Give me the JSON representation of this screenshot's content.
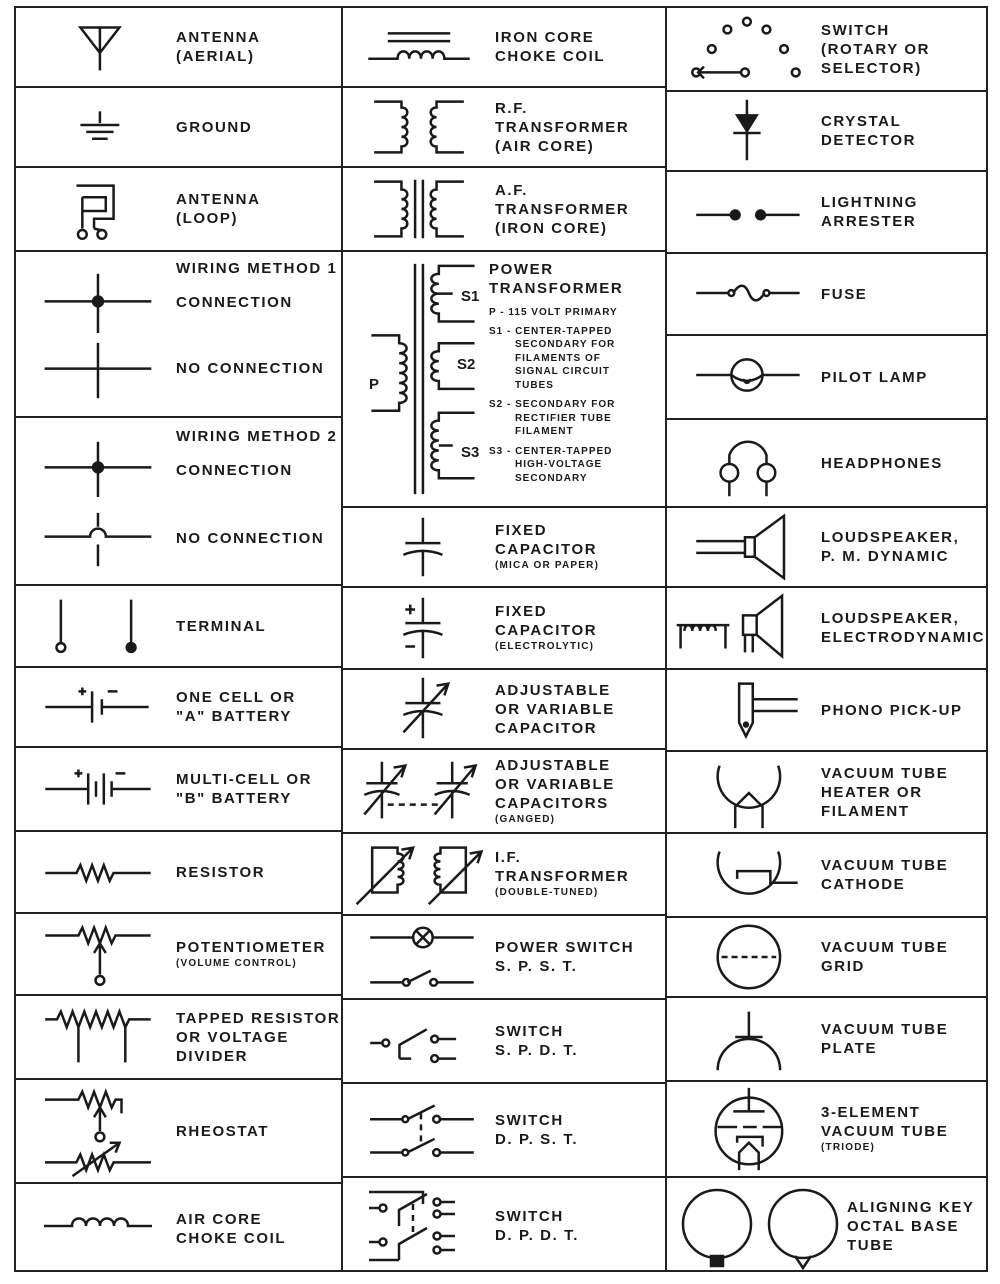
{
  "col1": [
    {
      "id": "antenna-aerial",
      "h": 80,
      "lines": [
        "ANTENNA",
        "(AERIAL)"
      ]
    },
    {
      "id": "ground",
      "h": 80,
      "lines": [
        "GROUND"
      ]
    },
    {
      "id": "antenna-loop",
      "h": 84,
      "lines": [
        "ANTENNA",
        "(LOOP)"
      ]
    },
    {
      "id": "wiring-method-1",
      "h": 166,
      "title": "WIRING METHOD 1",
      "connection": "CONNECTION",
      "no_connection": "NO CONNECTION"
    },
    {
      "id": "wiring-method-2",
      "h": 168,
      "title": "WIRING METHOD 2",
      "connection": "CONNECTION",
      "no_connection": "NO CONNECTION"
    },
    {
      "id": "terminal",
      "h": 82,
      "lines": [
        "TERMINAL"
      ]
    },
    {
      "id": "one-cell-battery",
      "h": 80,
      "lines": [
        "ONE CELL OR",
        "\"A\" BATTERY"
      ]
    },
    {
      "id": "multi-cell-battery",
      "h": 84,
      "lines": [
        "MULTI-CELL OR",
        "\"B\" BATTERY"
      ]
    },
    {
      "id": "resistor",
      "h": 82,
      "lines": [
        "RESISTOR"
      ]
    },
    {
      "id": "potentiometer",
      "h": 82,
      "lines": [
        "POTENTIOMETER"
      ],
      "small": [
        "(VOLUME CONTROL)"
      ]
    },
    {
      "id": "tapped-resistor",
      "h": 84,
      "lines": [
        "TAPPED RESISTOR",
        "OR VOLTAGE",
        "DIVIDER"
      ]
    },
    {
      "id": "rheostat",
      "h": 104,
      "lines": [
        "RHEOSTAT"
      ]
    },
    {
      "id": "air-core-choke",
      "h": 90,
      "lines": [
        "AIR CORE",
        "CHOKE COIL"
      ]
    }
  ],
  "col2": [
    {
      "id": "iron-core-choke",
      "h": 80,
      "lines": [
        "IRON CORE",
        "CHOKE COIL"
      ]
    },
    {
      "id": "rf-transformer",
      "h": 80,
      "lines": [
        "R.F.",
        "TRANSFORMER",
        "(AIR CORE)"
      ]
    },
    {
      "id": "af-transformer",
      "h": 84,
      "lines": [
        "A.F.",
        "TRANSFORMER",
        "(IRON CORE)"
      ]
    },
    {
      "id": "power-transformer",
      "h": 256,
      "lines": [
        "POWER",
        "TRANSFORMER"
      ],
      "notes": [
        {
          "head": "P - 115 VOLT PRIMARY",
          "rest": []
        },
        {
          "head": "S1 - CENTER-TAPPED",
          "rest": [
            "SECONDARY FOR",
            "FILAMENTS OF",
            "SIGNAL CIRCUIT",
            "TUBES"
          ]
        },
        {
          "head": "S2 - SECONDARY FOR",
          "rest": [
            "RECTIFIER TUBE",
            "FILAMENT"
          ]
        },
        {
          "head": "S3 - CENTER-TAPPED",
          "rest": [
            "HIGH-VOLTAGE",
            "SECONDARY"
          ]
        }
      ],
      "coil_labels": [
        "P",
        "S1",
        "S2",
        "S3"
      ]
    },
    {
      "id": "fixed-capacitor-mica",
      "h": 80,
      "lines": [
        "FIXED",
        "CAPACITOR"
      ],
      "small": [
        "(MICA OR PAPER)"
      ]
    },
    {
      "id": "fixed-capacitor-electrolytic",
      "h": 82,
      "lines": [
        "FIXED",
        "CAPACITOR"
      ],
      "small": [
        "(ELECTROLYTIC)"
      ]
    },
    {
      "id": "variable-capacitor",
      "h": 80,
      "lines": [
        "ADJUSTABLE",
        "OR VARIABLE",
        "CAPACITOR"
      ]
    },
    {
      "id": "variable-capacitors-ganged",
      "h": 84,
      "lines": [
        "ADJUSTABLE",
        "OR VARIABLE",
        "CAPACITORS"
      ],
      "small": [
        "(GANGED)"
      ]
    },
    {
      "id": "if-transformer",
      "h": 82,
      "lines": [
        "I.F.",
        "TRANSFORMER"
      ],
      "small": [
        "(DOUBLE-TUNED)"
      ]
    },
    {
      "id": "power-switch",
      "h": 84,
      "lines": [
        "POWER SWITCH",
        "S. P. S. T."
      ]
    },
    {
      "id": "switch-spdt",
      "h": 84,
      "lines": [
        "SWITCH",
        "S. P. D. T."
      ]
    },
    {
      "id": "switch-dpst",
      "h": 94,
      "lines": [
        "SWITCH",
        "D. P. S. T."
      ]
    },
    {
      "id": "switch-dpdt",
      "h": 96,
      "lines": [
        "SWITCH",
        "D. P. D. T."
      ]
    }
  ],
  "col3": [
    {
      "id": "rotary-switch",
      "h": 84,
      "lines": [
        "SWITCH",
        "(ROTARY OR",
        "SELECTOR)"
      ]
    },
    {
      "id": "crystal-detector",
      "h": 80,
      "lines": [
        "CRYSTAL",
        "DETECTOR"
      ]
    },
    {
      "id": "lightning-arrester",
      "h": 82,
      "lines": [
        "LIGHTNING",
        "ARRESTER"
      ]
    },
    {
      "id": "fuse",
      "h": 82,
      "lines": [
        "FUSE"
      ]
    },
    {
      "id": "pilot-lamp",
      "h": 84,
      "lines": [
        "PILOT LAMP"
      ]
    },
    {
      "id": "headphones",
      "h": 88,
      "lines": [
        "HEADPHONES"
      ]
    },
    {
      "id": "loudspeaker-pm",
      "h": 80,
      "lines": [
        "LOUDSPEAKER,",
        "P. M. DYNAMIC"
      ]
    },
    {
      "id": "loudspeaker-electrodynamic",
      "h": 82,
      "lines": [
        "LOUDSPEAKER,",
        "ELECTRODYNAMIC"
      ]
    },
    {
      "id": "phono-pickup",
      "h": 82,
      "lines": [
        "PHONO PICK-UP"
      ]
    },
    {
      "id": "vacuum-tube-heater",
      "h": 82,
      "lines": [
        "VACUUM TUBE",
        "HEATER OR",
        "FILAMENT"
      ]
    },
    {
      "id": "vacuum-tube-cathode",
      "h": 84,
      "lines": [
        "VACUUM TUBE",
        "CATHODE"
      ]
    },
    {
      "id": "vacuum-tube-grid",
      "h": 80,
      "lines": [
        "VACUUM TUBE",
        "GRID"
      ]
    },
    {
      "id": "vacuum-tube-plate",
      "h": 84,
      "lines": [
        "VACUUM TUBE",
        "PLATE"
      ]
    },
    {
      "id": "triode",
      "h": 96,
      "lines": [
        "3-ELEMENT",
        "VACUUM TUBE"
      ],
      "small": [
        "(TRIODE)"
      ]
    },
    {
      "id": "aligning-key",
      "h": 96,
      "lines": [
        "ALIGNING KEY",
        "OCTAL BASE",
        "TUBE"
      ]
    }
  ]
}
